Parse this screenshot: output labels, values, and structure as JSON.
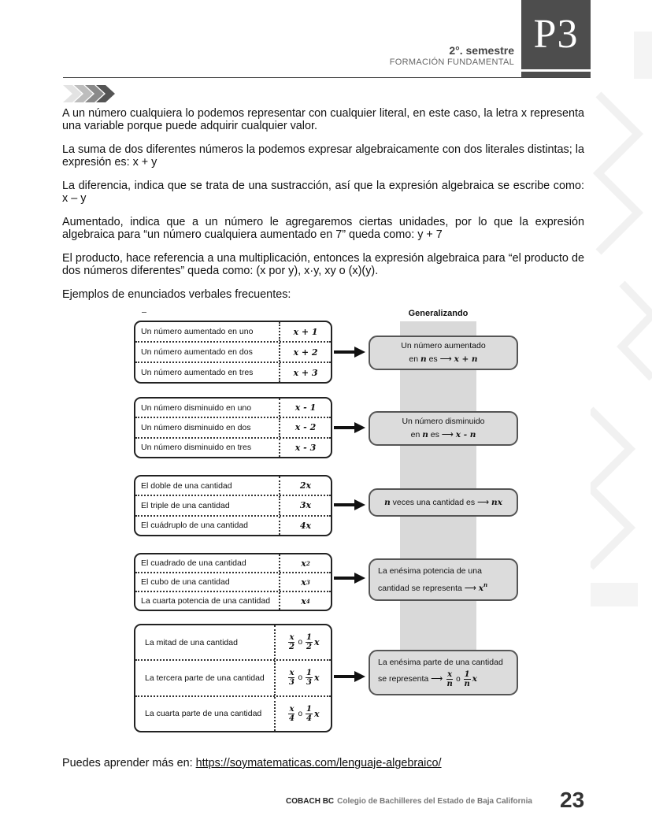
{
  "header": {
    "badge": "P3",
    "semester": "2°. semestre",
    "program": "FORMACIÓN FUNDAMENTAL"
  },
  "paragraphs": [
    "A un número cualquiera lo podemos representar con cualquier literal, en este caso, la letra x representa una variable porque puede adquirir cualquier valor.",
    "La suma de dos diferentes números la podemos expresar algebraicamente con dos literales distintas; la expresión es: x + y",
    "La diferencia, indica que se trata de una sustracción, así que la expresión algebraica se escribe como: x – y",
    "Aumentado, indica que a un número le agregaremos ciertas unidades, por lo que la expresión algebraica para “un número cualquiera aumentado en 7” queda como: y + 7",
    "El producto, hace referencia a una multiplicación, entonces la expresión algebraica para “el producto de dos números diferentes” queda como: (x por y), x·y, xy o (x)(y).",
    "Ejemplos de enunciados verbales frecuentes:"
  ],
  "diagram": {
    "generalizing_title": "Generalizando",
    "groups": [
      {
        "rows": [
          {
            "phrase": "Un número aumentado en uno",
            "expr": "x + 1"
          },
          {
            "phrase": "Un número aumentado en dos",
            "expr": "x + 2"
          },
          {
            "phrase": "Un número aumentado en tres",
            "expr": "x + 3"
          }
        ],
        "general_line1": "Un número aumentado",
        "general_line2_a": "en",
        "general_line2_n": "n",
        "general_line2_b": "es ⟶",
        "general_expr": "x + n"
      },
      {
        "rows": [
          {
            "phrase": "Un número disminuido en uno",
            "expr": "x - 1"
          },
          {
            "phrase": "Un número disminuido en dos",
            "expr": "x - 2"
          },
          {
            "phrase": "Un número disminuido en tres",
            "expr": "x - 3"
          }
        ],
        "general_line1": "Un número disminuido",
        "general_line2_a": "en",
        "general_line2_n": "n",
        "general_line2_b": "es ⟶",
        "general_expr": "x - n"
      },
      {
        "rows": [
          {
            "phrase": "El doble de una cantidad",
            "expr": "2x"
          },
          {
            "phrase": "El triple de una cantidad",
            "expr": "3x"
          },
          {
            "phrase": "El cuádruplo de una cantidad",
            "expr": "4x"
          }
        ],
        "general_n": "n",
        "general_text": "veces una cantidad es ⟶",
        "general_expr": "nx"
      },
      {
        "rows": [
          {
            "phrase": "El cuadrado de una cantidad",
            "base": "x",
            "power": "2"
          },
          {
            "phrase": "El cubo de una cantidad",
            "base": "x",
            "power": "3"
          },
          {
            "phrase": "La cuarta potencia de una cantidad",
            "base": "x",
            "power": "4"
          }
        ],
        "general_line1": "La enésima potencia de una",
        "general_line2": "cantidad se representa ⟶",
        "general_base": "x",
        "general_power": "n"
      },
      {
        "rows": [
          {
            "phrase": "La mitad de una cantidad",
            "den": "2"
          },
          {
            "phrase": "La tercera parte de una cantidad",
            "den": "3"
          },
          {
            "phrase": "La cuarta parte de una cantidad",
            "den": "4"
          }
        ],
        "frac_x": "x",
        "frac_one": "1",
        "or_word": "o",
        "general_line1": "La enésima parte de una cantidad",
        "general_line2": "se representa ⟶",
        "general_den": "n"
      }
    ]
  },
  "learn_more": {
    "label": "Puedes aprender más en:",
    "link": "https://soymatematicas.com/lenguaje-algebraico/"
  },
  "footer": {
    "brand": "COBACH BC",
    "institution": "Colegio de Bachilleres del Estado de Baja California",
    "page_number": "23"
  }
}
